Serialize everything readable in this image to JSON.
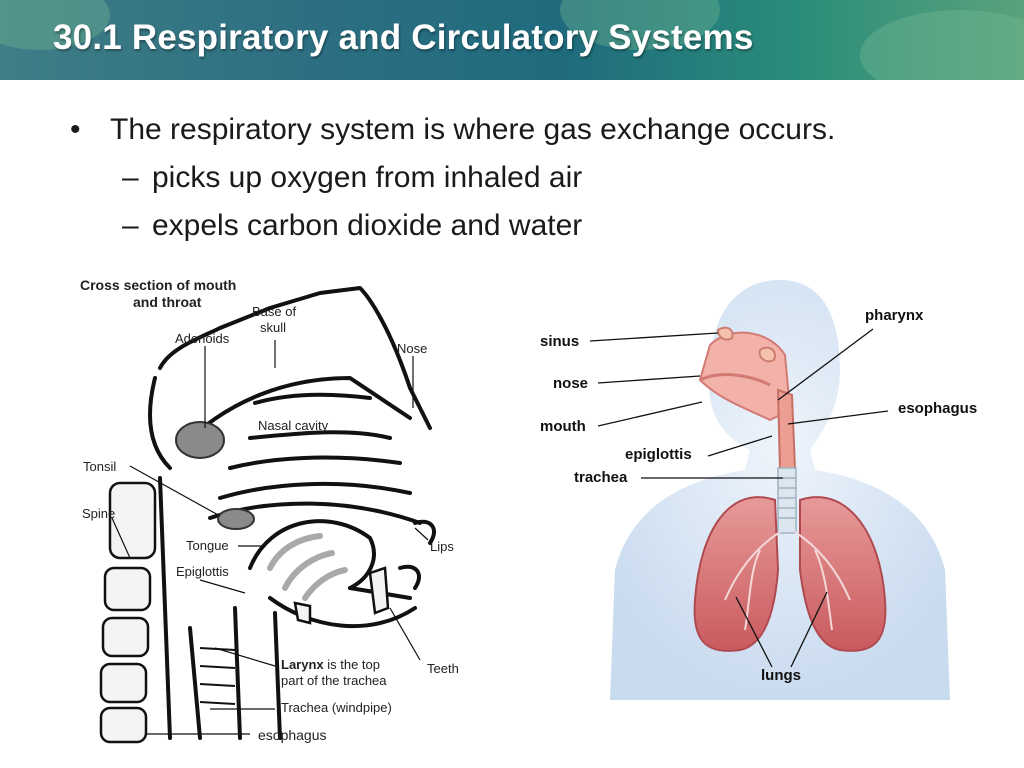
{
  "slide": {
    "title": "30.1 Respiratory and Circulatory Systems",
    "bullets": [
      {
        "marker": "•",
        "text": "The respiratory system is where gas exchange occurs."
      },
      {
        "marker": "–",
        "text": "picks up oxygen from inhaled air"
      },
      {
        "marker": "–",
        "text": "expels carbon dioxide and water"
      }
    ]
  },
  "left_figure": {
    "title_line1": "Cross section of mouth",
    "title_line2": "and throat",
    "labels": {
      "base_of_skull_1": "Base of",
      "base_of_skull_2": "skull",
      "adenoids": "Adenoids",
      "nose": "Nose",
      "nasal_cavity": "Nasal cavity",
      "tonsil": "Tonsil",
      "spine": "Spine",
      "tongue": "Tongue",
      "lips": "Lips",
      "epiglottis": "Epiglottis",
      "larynx_bold": "Larynx",
      "larynx_rest": " is the top",
      "larynx_line2": "part of the trachea",
      "teeth": "Teeth",
      "trachea": "Trachea (windpipe)",
      "esophagus": "esophagus"
    }
  },
  "right_figure": {
    "labels": {
      "pharynx": "pharynx",
      "sinus": "sinus",
      "nose": "nose",
      "esophagus": "esophagus",
      "mouth": "mouth",
      "epiglottis": "epiglottis",
      "trachea": "trachea",
      "lungs": "lungs"
    }
  }
}
